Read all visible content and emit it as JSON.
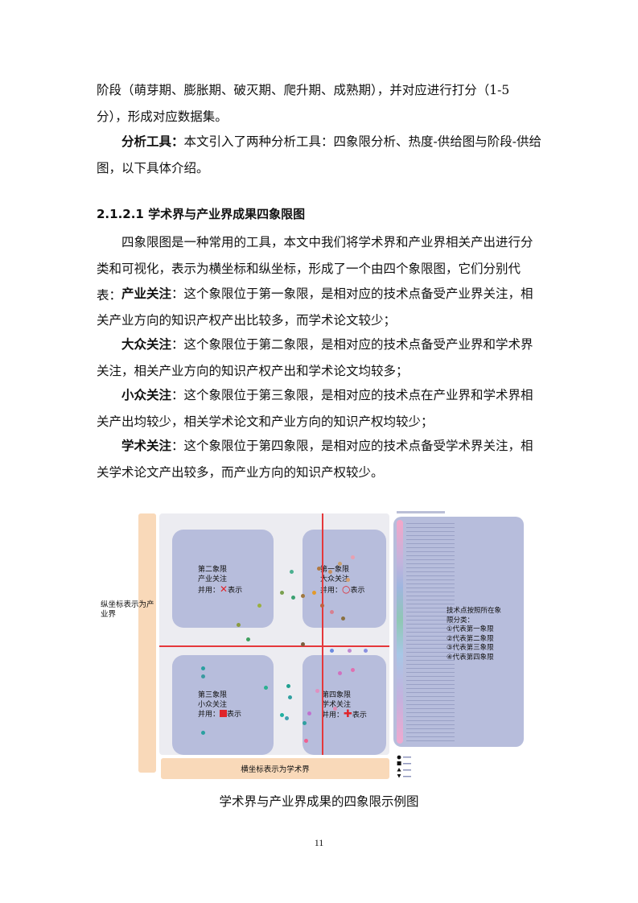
{
  "paragraphs": {
    "p1": "阶段（萌芽期、膨胀期、破灭期、爬升期、成熟期），并对应进行打分（1-5 分），形成对应数据集。",
    "p2_bold": "分析工具：",
    "p2": "本文引入了两种分析工具：四象限分析、热度-供给图与阶段-供给图，以下具体介绍。",
    "heading": "2.1.2.1  学术界与产业界成果四象限图",
    "p3": "四象限图是一种常用的工具，本文中我们将学术界和产业界相关产出进行分类和可视化，表示为横坐标和纵坐标，形成了一个由四个象限图，它们分别代表：",
    "q1_bold": "产业关注",
    "q1": "：这个象限位于第一象限，是相对应的技术点备受产业界关注，相关产业方向的知识产权产出比较多，而学术论文较少；",
    "q2_bold": "大众关注",
    "q2": "：这个象限位于第二象限，是相对应的技术点备受产业界和学术界关注，相关产业方向的知识产权产出和学术论文均较多；",
    "q3_bold": "小众关注",
    "q3": "：这个象限位于第三象限，是相对应的技术点在产业界和学术界相关产出均较少，相关学术论文和产业方向的知识产权均较少；",
    "q4_bold": "学术关注",
    "q4": "：这个象限位于第四象限，是相对应的技术点备受学术界关注，相关学术论文产出较多，而产业方向的知识产权较少。"
  },
  "figure": {
    "ylabel": "纵坐标表示为产业界",
    "xlabel": "横坐标表示为学术界",
    "quad2": [
      "第二象限",
      "产业关注",
      "并用：",
      "表示"
    ],
    "quad1": [
      "第一象限",
      "大众关注",
      "并用：",
      "表示"
    ],
    "quad3": [
      "第三象限",
      "小众关注",
      "并用：",
      "表示"
    ],
    "quad4": [
      "第四象限",
      "学术关注",
      "并用：",
      "表示"
    ],
    "legend_lines": [
      "技术点按照所在象",
      "限分类：",
      "①代表第一象限",
      "②代表第二象限",
      "③代表第三象限",
      "④代表第四象限"
    ],
    "marker_colors": {
      "x": "#e0242a",
      "o": "#e0242a",
      "square": "#e0242a",
      "plus": "#e0242a"
    }
  },
  "caption": "学术界与产业界成果的四象限示例图",
  "page_number": "11"
}
